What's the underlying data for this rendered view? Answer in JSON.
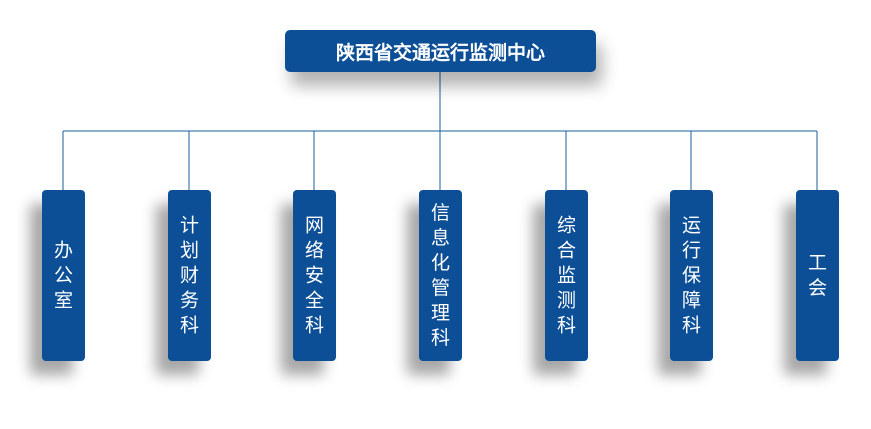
{
  "root": {
    "label": "陕西省交通运行监测中心"
  },
  "departments": [
    {
      "label": "办\n公\n室"
    },
    {
      "label": "计\n划\n财\n务\n科"
    },
    {
      "label": "网\n络\n安\n全\n科"
    },
    {
      "label": "信\n息\n化\n管\n理\n科"
    },
    {
      "label": "综\n合\n监\n测\n科"
    },
    {
      "label": "运\n行\n保\n障\n科"
    },
    {
      "label": "工\n会"
    }
  ],
  "colors": {
    "box_fill": "#0d4f96",
    "connector": "#1b5f9e",
    "text": "#ffffff"
  }
}
